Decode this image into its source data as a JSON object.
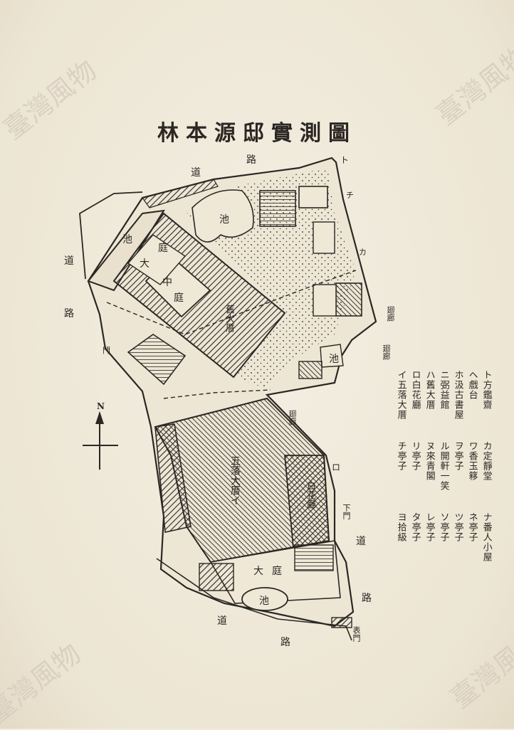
{
  "title": "林本源邸實測圖",
  "watermark": "臺灣風物",
  "compass_label": "N",
  "legend": [
    {
      "key": "イ",
      "name": "五落大厝"
    },
    {
      "key": "ロ",
      "name": "白花廳"
    },
    {
      "key": "ハ",
      "name": "舊大厝"
    },
    {
      "key": "ニ",
      "name": "弼益館"
    },
    {
      "key": "ホ",
      "name": "汲古書屋"
    },
    {
      "key": "ヘ",
      "name": "戲台"
    },
    {
      "key": "ト",
      "name": "方鑑齋"
    },
    {
      "key": "チ",
      "name": "亭子"
    },
    {
      "key": "リ",
      "name": "亭子"
    },
    {
      "key": "ヌ",
      "name": "來青閣"
    },
    {
      "key": "ル",
      "name": "開軒一笑"
    },
    {
      "key": "ヲ",
      "name": "亭子"
    },
    {
      "key": "ワ",
      "name": "香玉簃"
    },
    {
      "key": "カ",
      "name": "定靜堂"
    },
    {
      "key": "ヨ",
      "name": "拾級"
    },
    {
      "key": "タ",
      "name": "亭子"
    },
    {
      "key": "レ",
      "name": "亭子"
    },
    {
      "key": "ソ",
      "name": "亭子"
    },
    {
      "key": "ツ",
      "name": "亭子"
    },
    {
      "key": "ネ",
      "name": "亭子"
    },
    {
      "key": "ナ",
      "name": "番人小屋"
    }
  ],
  "map_labels": {
    "road_top_1": "道",
    "road_top_2": "路",
    "road_left_1": "道",
    "road_left_2": "路",
    "road_right_1": "道",
    "road_right_2": "路",
    "road_bottom_1": "道",
    "road_bottom_2": "路",
    "pond_1": "池",
    "pond_2": "池",
    "pond_3": "池",
    "pond_4": "池",
    "big_court_1": "大",
    "big_court_2": "庭",
    "middle_court_1": "中",
    "middle_court_2": "庭",
    "old_house": "舊大厝",
    "five_house": "五落大厝イ",
    "white_hall": "白花廳",
    "gate_1": "門",
    "gate_2": "表門",
    "gate_3": "下門",
    "lower_court_1": "大",
    "lower_court_2": "庭",
    "corridor_1": "廻廊",
    "corridor_2": "廻廊",
    "corridor_3": "廻廊",
    "letter_ro": "ロ",
    "letter_to": "ト",
    "letter_chi": "チ",
    "letter_ka": "カ"
  }
}
